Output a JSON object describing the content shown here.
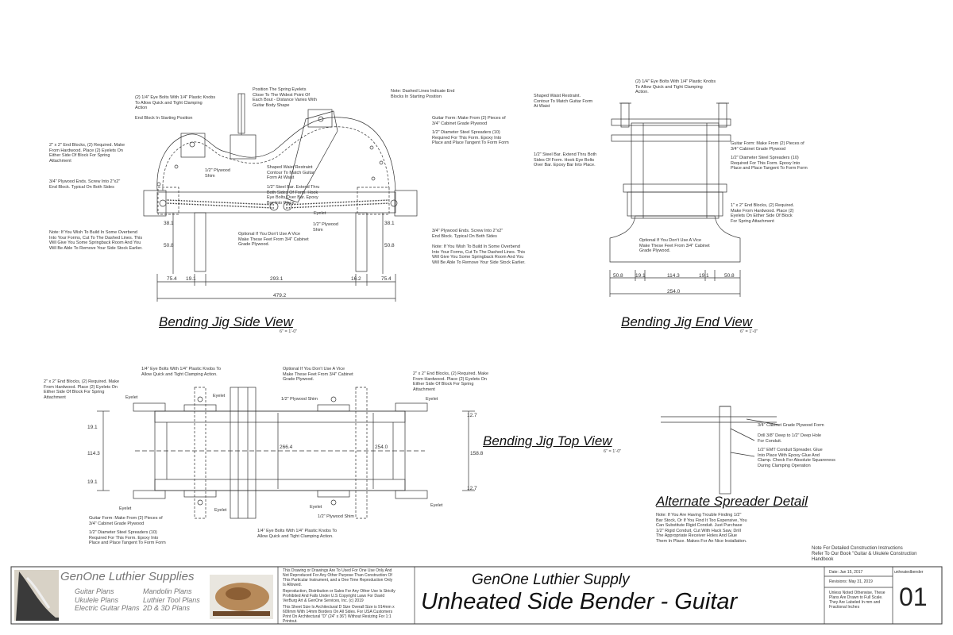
{
  "side_view": {
    "title": "Bending Jig Side View",
    "scale": "6\" = 1'-0\"",
    "notes": {
      "eye_bolts": "(2) 1/4\" Eye Bolts With 1/4\" Plastic Knobs\nTo Allow Quick and Tight Clamping\nAction",
      "end_block_start": "End Block In Starting Position",
      "eyelets_pos": "Position The Spring Eyelets\nClose To The Widest Point Of\nEach Bout - Distance Varies With\nGuitar Body Shape",
      "dashed_lines": "Note: Dashed Lines Indicate End\nBlocks In Starting Position",
      "guitar_form": "Guitar Form: Make From (2) Pieces of\n3/4\" Cabinet Grade Plywood",
      "spreaders": "1/2\" Diameter Steel Spreaders (10)\nRequired For This Form. Epoxy Into\nPlace and Place Tangent To Form Form",
      "end_blocks": "2\" x 2\" End Blocks, (2) Required. Make\nFrom Hardwood. Place (2) Eyelets On\nEither Side Of Block For Spring\nAttachment",
      "plywood_ends": "3/4\" Plywood Ends. Screw Into 2\"x2\"\nEnd Block. Typical On Both Sides",
      "shim": "1/2\" Plywood\nShim",
      "waist_restraint": "Shaped Waist Restraint\nContour To Match Guitar\nForm At Waist",
      "steel_bar": "1/2\" Steel Bar. Extend Thru\nBoth Sides Of Form. Hook\nEye Bolts Over Bar. Epoxy\nBar Into Place.",
      "eyelet": "Eyelet",
      "shim2": "1/2\" Plywood\nShim",
      "optional_vice": "Optional If You Don't Use A Vice\nMake These Feet From 3/4\" Cabinet\nGrade Plywood.",
      "overbend_left": "Note: If You Wish To Build In Some Overbend\nInto Your Forms, Cut To The Dashed Lines. This\nWill Give You Some Springback Room And You\nWill Be Able To Remove Your Side Stock Earlier.",
      "plywood_ends_right": "3/4\" Plywood Ends. Screw Into 2\"x2\"\nEnd Block. Typical On Both Sides",
      "overbend_right": "Note: If You Wish To Build In Some Overbend\nInto Your Forms, Cut To The Dashed Lines. This\nWill Give You Some Springback Room And You\nWill Be Able To Remove Your Side Stock Earlier."
    },
    "dims": [
      "75.4",
      "19.1",
      "293.1",
      "16.2",
      "75.4",
      "479.2",
      "50.8",
      "38.1",
      "50.8",
      "38.1"
    ]
  },
  "end_view": {
    "title": "Bending Jig End View",
    "scale": "6\" = 1'-0\"",
    "notes": {
      "eye_bolts": "(2) 1/4\" Eye Bolts With 1/4\" Plastic Knobs\nTo Allow Quick and Tight Clamping\nAction.",
      "waist_restraint": "Shaped Waist Restraint.\nContour To Match Guitar Form\nAt Waist",
      "guitar_form": "Guitar Form: Make From (2) Pieces of\n3/4\" Cabinet Grade Plywood",
      "spreaders": "1/2\" Diameter Steel Spreaders (10)\nRequired For This Form. Epoxy Into\nPlace and Place Tangent To Form Form",
      "steel_bar": "1/2\" Steel Bar. Extend Thru Both\nSides Of Form. Hook Eye Bolts\nOver Bar. Epoxy Bar Into Place.",
      "end_blocks": "1\" x 2\" End Blocks, (2) Required.\nMake From Hardwood. Place (2)\nEyelets On Either Side Of Block\nFor Spring Attachment",
      "optional_vice": "Optional If You Don't Use A Vice\nMake These Feet From 3/4\" Cabinet\nGrade Plywood."
    },
    "dims": [
      "50.8",
      "19.1",
      "114.3",
      "19.1",
      "50.8",
      "254.0"
    ]
  },
  "top_view": {
    "title": "Bending Jig Top View",
    "scale": "6\" = 1'-0\"",
    "notes": {
      "end_blocks_left": "2\" x 2\" End Blocks, (2) Required. Make\nFrom Hardwood. Place (2) Eyelets On\nEither Side Of Block For Spring\nAttachment",
      "eye_bolts_top": "1/4\" Eye Bolts With 1/4\" Plastic Knobs To\nAllow Quick and Tight Clamping Action.",
      "optional_vice": "Optional If You Don't Use A Vice\nMake These Feet From 3/4\" Cabinet\nGrade Plywood.",
      "end_blocks_right": "2\" x 2\" End Blocks, (2) Required. Make\nFrom Hardwood. Place (2) Eyelets On\nEither Side Of Block For Spring\nAttachment",
      "shim_top": "1/2\" Plywood Shim",
      "shim_bottom": "1/2\" Plywood Shim",
      "guitar_form": "Guitar Form: Make From (2) Pieces of\n3/4\" Cabinet Grade Plywood",
      "spreaders": "1/2\" Diameter Steel Spreaders (10)\nRequired For This Form. Epoxy Into\nPlace and Place Tangent To Form Form",
      "eye_bolts_bottom": "1/4\" Eye Bolts With 1/4\" Plastic Knobs To\nAllow Quick and Tight Clamping Action.",
      "eyelet": "Eyelet"
    },
    "dims": [
      "12.7",
      "19.1",
      "114.3",
      "19.1",
      "266.4",
      "254.0",
      "158.8",
      "12.7"
    ]
  },
  "spreader_detail": {
    "title": "Alternate Spreader Detail",
    "notes": {
      "plywood_form": "3/4\" Cabinet Grade Plywood Form",
      "drill": "Drill 3/8\" Deep to 1/2\" Deep Hole\nFor Conduit.",
      "conduit": "1/2\" EMT Conduit Spreader. Glue\nInto Place With Epoxy Glue And\nClamp. Check For Absolute Squareness\nDuring Clamping Operation",
      "trouble": "Note: If You Are Having Trouble Finding 1/2\"\nBar Stock, Or If You Find It Too Expensive, You\nCan Substitute Rigid Conduit. Just Purchase\n1/2\" Rigid Conduit, Cut With Hack Saw, Drill\nThe Appropriate Receiver Holes And Glue\nThem In Place. Makes For An Nice Installation."
    }
  },
  "construction_note": "Note For Detailed Construction Instructions\nRefer To Our Book \"Guitar & Ukulele Construction\nHandbook",
  "title_block": {
    "company": "GenOne Luthier Supplies",
    "products_left": [
      "Guitar Plans",
      "Ukulele Plans",
      "Electric Guitar Plans"
    ],
    "products_right": [
      "Mandolin Plans",
      "Luthier Tool Plans",
      "2D & 3D Plans"
    ],
    "legal_1": "This Drawing or Drawings Are To Used For One Use Only And\nNot Reproduced For Any Other Purpose Than Construction Of\nThis Particular Instrument, and a One Time Reproduction Only\nIs Allowed.",
    "legal_2": "Reproduction, Distribution or Sales For Any Other Use Is Strictly\nProhibited And Falls Under U.S Copyright Laws For David\nVerBurg Art & GenOne Services, Inc. (c) 2019",
    "legal_3": "This Sheet Size Is Architectural D Size Overall Size is 914mm x\n609mm With 14mm Borders On All Sides. For USA Customers\nPrint On Architectural \"D\" (24\" x 36\") Without Resizing For 1:1\nPrintout.",
    "main_company": "GenOne Luthier Supply",
    "main_title": "Unheated Side Bender - Guitar",
    "date": "Date: Jan 15, 2017",
    "revisions": "Revisions: May 31, 2019",
    "units_note": "Unless Noted Otherwise, These\nPlans Are Drawn to Full Scale.\nThey Are Labeled In mm and\nFractional Inches",
    "sheet_name": "unheatedbender",
    "sheet_number": "01"
  }
}
